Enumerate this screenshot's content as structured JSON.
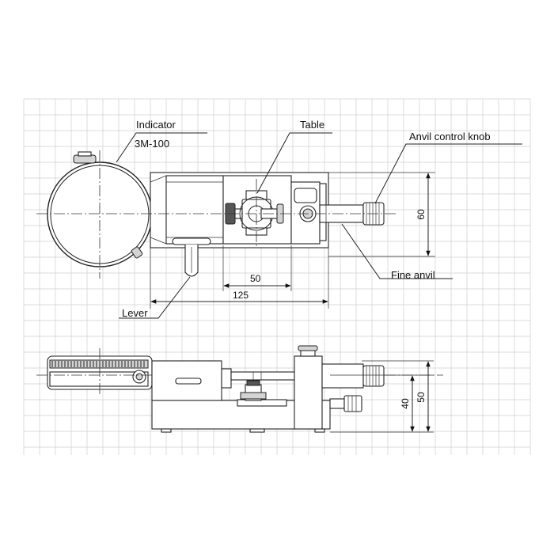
{
  "labels": {
    "indicator": "Indicator",
    "indicator_model": "3M-100",
    "table": "Table",
    "anvil_knob": "Anvil control knob",
    "fine_anvil": "Fine anvil",
    "lever": "Lever"
  },
  "dimensions": {
    "width_125": "125",
    "width_50": "50",
    "depth_60": "60",
    "height_40": "40",
    "height_50": "50"
  },
  "colors": {
    "grid": "#cfcfcf",
    "line": "#222222"
  }
}
